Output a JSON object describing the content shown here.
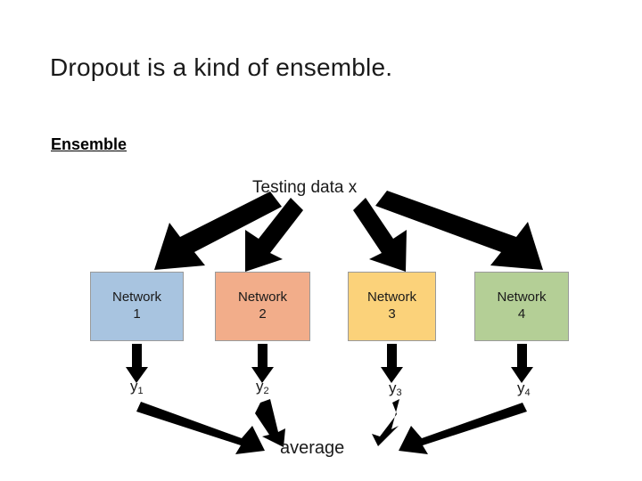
{
  "slide": {
    "title": "Dropout is a kind of ensemble.",
    "section_label": "Ensemble",
    "testing_data_label": "Testing data x",
    "average_label": "average",
    "networks": [
      {
        "name_line1": "Network",
        "name_line2": "1",
        "color": "#a8c4e0",
        "output": "y",
        "output_sub": "1"
      },
      {
        "name_line1": "Network",
        "name_line2": "2",
        "color": "#f2ad8a",
        "output": "y",
        "output_sub": "2"
      },
      {
        "name_line1": "Network",
        "name_line2": "3",
        "color": "#fbd27a",
        "output": "y",
        "output_sub": "3"
      },
      {
        "name_line1": "Network",
        "name_line2": "4",
        "color": "#b4cf96",
        "output": "y",
        "output_sub": "4"
      }
    ],
    "colors": {
      "background": "#ffffff",
      "text": "#1a1a1a",
      "arrow": "#000000",
      "box_border": "#9a9a9a"
    }
  }
}
